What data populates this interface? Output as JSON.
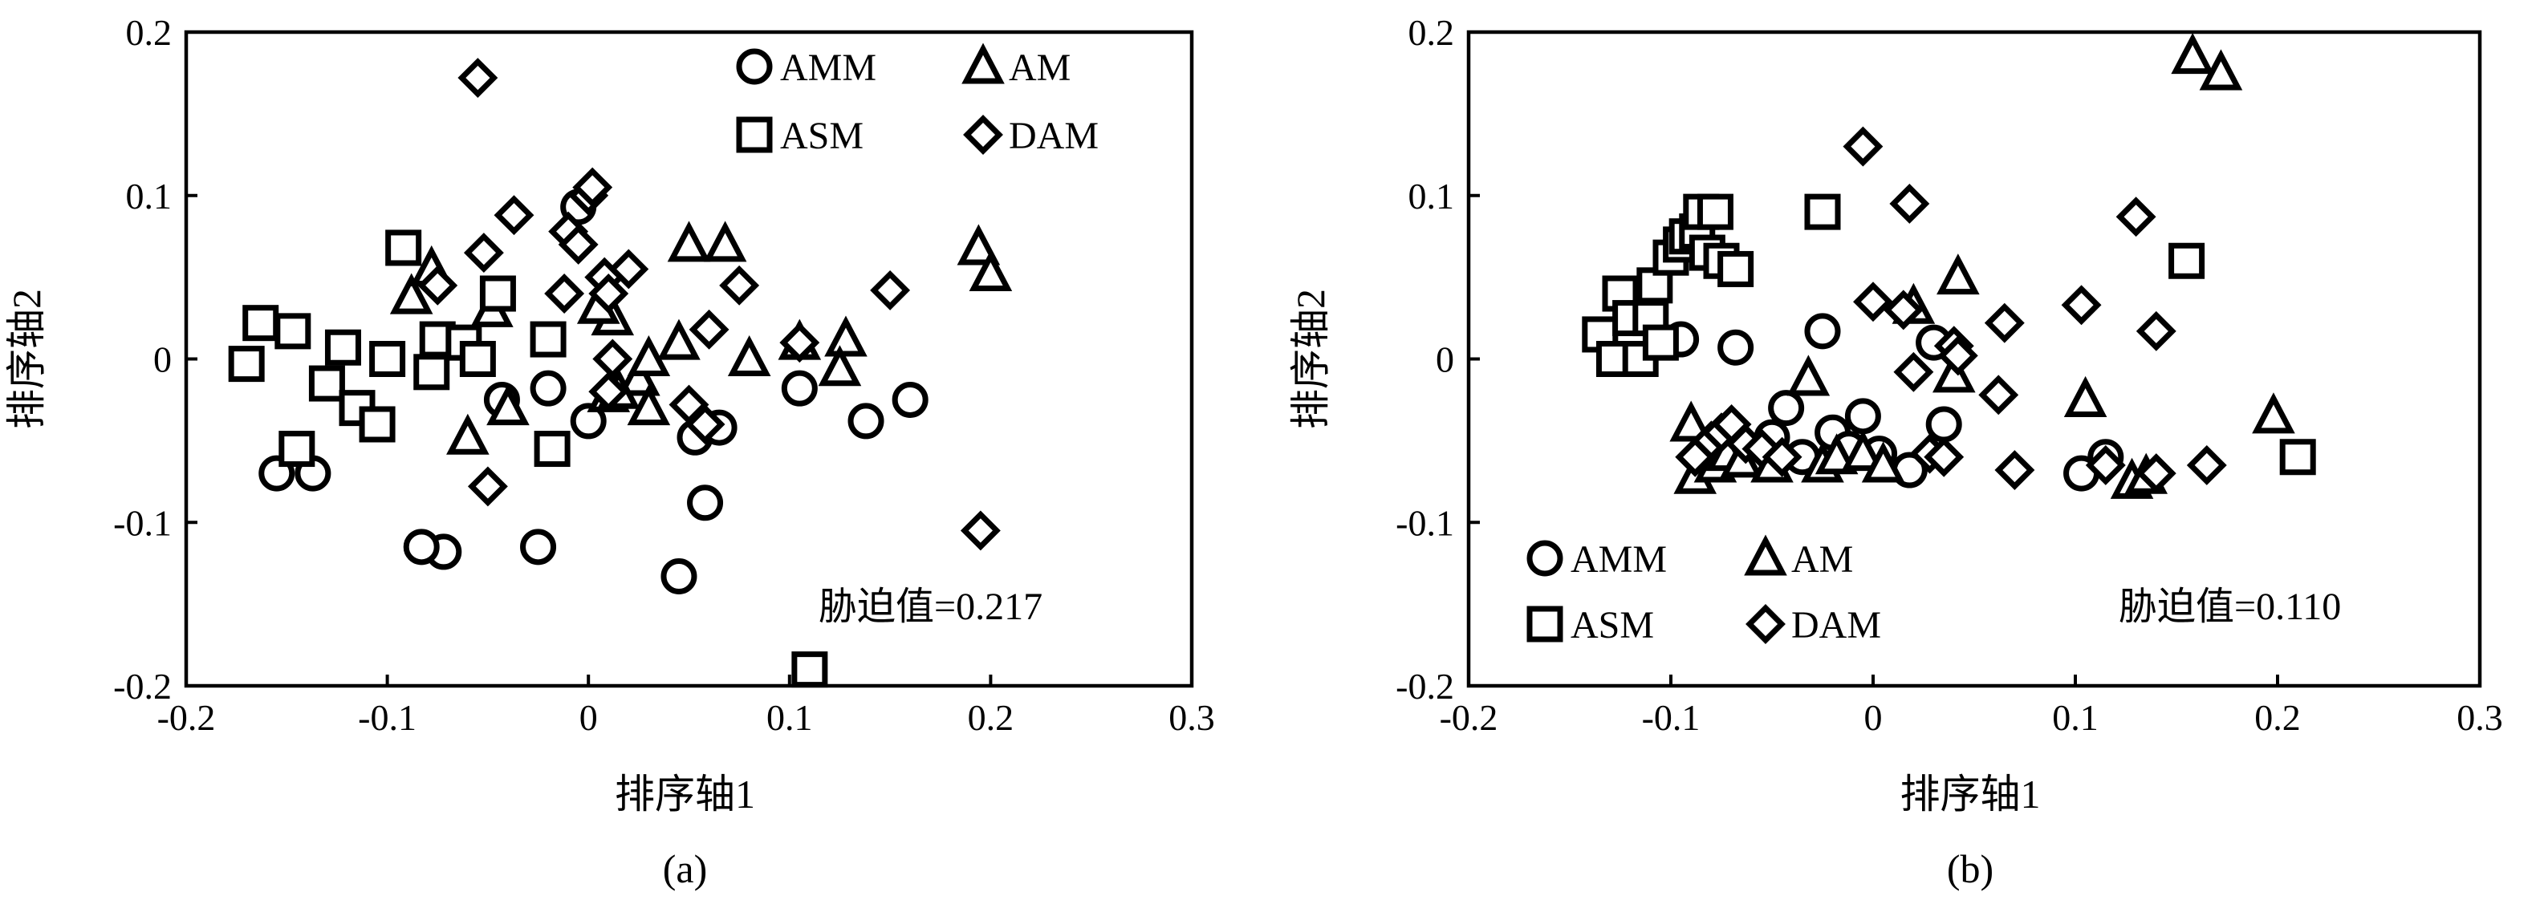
{
  "chart_data": [
    {
      "type": "scatter",
      "panel_label": "(a)",
      "xlabel": "排序轴1",
      "ylabel": "排序轴2",
      "xlim": [
        -0.2,
        0.3
      ],
      "ylim": [
        -0.2,
        0.2
      ],
      "xticks": [
        "-0.2",
        "-0.1",
        "0",
        "0.1",
        "0.2",
        "0.3"
      ],
      "yticks": [
        "0.2",
        "0.1",
        "0",
        "-0.1",
        "-0.2"
      ],
      "annotation": "胁迫值=0.217",
      "legend_position": "top-right",
      "series": [
        {
          "name": "AMM",
          "marker": "circle",
          "points": [
            [
              -0.155,
              -0.07
            ],
            [
              -0.137,
              -0.07
            ],
            [
              -0.043,
              -0.025
            ],
            [
              -0.072,
              -0.118
            ],
            [
              -0.083,
              -0.115
            ],
            [
              -0.025,
              -0.115
            ],
            [
              -0.02,
              -0.018
            ],
            [
              -0.005,
              0.093
            ],
            [
              0.0,
              -0.038
            ],
            [
              0.045,
              -0.133
            ],
            [
              0.053,
              -0.048
            ],
            [
              0.058,
              -0.088
            ],
            [
              0.065,
              -0.042
            ],
            [
              0.105,
              -0.018
            ],
            [
              0.138,
              -0.038
            ],
            [
              0.16,
              -0.025
            ]
          ]
        },
        {
          "name": "AM",
          "marker": "triangle",
          "points": [
            [
              -0.088,
              0.038
            ],
            [
              -0.078,
              0.055
            ],
            [
              -0.048,
              0.03
            ],
            [
              -0.06,
              -0.048
            ],
            [
              -0.04,
              -0.03
            ],
            [
              0.012,
              0.025
            ],
            [
              0.01,
              -0.022
            ],
            [
              0.025,
              -0.012
            ],
            [
              0.015,
              -0.02
            ],
            [
              0.03,
              -0.03
            ],
            [
              0.03,
              0.0
            ],
            [
              0.045,
              0.01
            ],
            [
              0.05,
              0.07
            ],
            [
              0.068,
              0.07
            ],
            [
              0.08,
              0.0
            ],
            [
              0.105,
              0.01
            ],
            [
              0.128,
              0.012
            ],
            [
              0.125,
              -0.006
            ],
            [
              0.194,
              0.068
            ],
            [
              0.2,
              0.052
            ],
            [
              0.005,
              0.032
            ]
          ]
        },
        {
          "name": "ASM",
          "marker": "square",
          "points": [
            [
              -0.17,
              -0.003
            ],
            [
              -0.163,
              0.022
            ],
            [
              -0.147,
              0.017
            ],
            [
              -0.145,
              -0.055
            ],
            [
              -0.13,
              -0.015
            ],
            [
              -0.122,
              0.007
            ],
            [
              -0.115,
              -0.03
            ],
            [
              -0.105,
              -0.04
            ],
            [
              -0.1,
              0.0
            ],
            [
              -0.092,
              0.068
            ],
            [
              -0.075,
              0.012
            ],
            [
              -0.078,
              -0.008
            ],
            [
              -0.062,
              0.01
            ],
            [
              -0.055,
              0.0
            ],
            [
              -0.045,
              0.04
            ],
            [
              -0.02,
              0.012
            ],
            [
              -0.018,
              -0.055
            ],
            [
              0.11,
              -0.19
            ]
          ]
        },
        {
          "name": "DAM",
          "marker": "diamond",
          "points": [
            [
              -0.055,
              0.172
            ],
            [
              -0.075,
              0.045
            ],
            [
              -0.052,
              0.065
            ],
            [
              -0.05,
              -0.078
            ],
            [
              -0.037,
              0.088
            ],
            [
              -0.012,
              0.04
            ],
            [
              -0.01,
              0.078
            ],
            [
              -0.005,
              0.07
            ],
            [
              0.0,
              0.1
            ],
            [
              0.002,
              0.105
            ],
            [
              0.008,
              0.05
            ],
            [
              0.01,
              0.04
            ],
            [
              0.01,
              -0.02
            ],
            [
              0.012,
              0.0
            ],
            [
              0.02,
              0.055
            ],
            [
              0.05,
              -0.028
            ],
            [
              0.058,
              -0.04
            ],
            [
              0.06,
              0.018
            ],
            [
              0.075,
              0.045
            ],
            [
              0.105,
              0.01
            ],
            [
              0.15,
              0.042
            ],
            [
              0.195,
              -0.105
            ]
          ]
        }
      ]
    },
    {
      "type": "scatter",
      "panel_label": "(b)",
      "xlabel": "排序轴1",
      "ylabel": "排序轴2",
      "xlim": [
        -0.2,
        0.3
      ],
      "ylim": [
        -0.2,
        0.2
      ],
      "xticks": [
        "-0.2",
        "-0.1",
        "0",
        "0.1",
        "0.2",
        "0.3"
      ],
      "yticks": [
        "0.2",
        "0.1",
        "0",
        "-0.1",
        "-0.2"
      ],
      "annotation": "胁迫值=0.110",
      "legend_position": "bottom-left",
      "series": [
        {
          "name": "AMM",
          "marker": "circle",
          "points": [
            [
              -0.095,
              0.012
            ],
            [
              -0.068,
              0.007
            ],
            [
              -0.05,
              -0.048
            ],
            [
              -0.043,
              -0.03
            ],
            [
              -0.035,
              -0.06
            ],
            [
              -0.025,
              0.017
            ],
            [
              -0.02,
              -0.045
            ],
            [
              -0.012,
              -0.055
            ],
            [
              -0.005,
              -0.035
            ],
            [
              0.003,
              -0.058
            ],
            [
              0.018,
              -0.068
            ],
            [
              0.03,
              0.01
            ],
            [
              0.035,
              -0.04
            ],
            [
              0.103,
              -0.07
            ],
            [
              0.115,
              -0.06
            ]
          ]
        },
        {
          "name": "AM",
          "marker": "triangle",
          "points": [
            [
              -0.09,
              -0.04
            ],
            [
              -0.088,
              -0.072
            ],
            [
              -0.078,
              -0.065
            ],
            [
              -0.072,
              -0.058
            ],
            [
              -0.065,
              -0.062
            ],
            [
              -0.05,
              -0.065
            ],
            [
              -0.032,
              -0.012
            ],
            [
              -0.025,
              -0.065
            ],
            [
              -0.018,
              -0.06
            ],
            [
              -0.005,
              -0.058
            ],
            [
              0.005,
              -0.065
            ],
            [
              0.02,
              0.032
            ],
            [
              0.04,
              -0.01
            ],
            [
              0.042,
              0.05
            ],
            [
              0.105,
              -0.025
            ],
            [
              0.128,
              -0.075
            ],
            [
              0.135,
              -0.072
            ],
            [
              0.158,
              0.185
            ],
            [
              0.172,
              0.175
            ],
            [
              0.198,
              -0.035
            ]
          ]
        },
        {
          "name": "ASM",
          "marker": "square",
          "points": [
            [
              -0.135,
              0.015
            ],
            [
              -0.128,
              0.0
            ],
            [
              -0.125,
              0.04
            ],
            [
              -0.12,
              0.025
            ],
            [
              -0.115,
              0.0
            ],
            [
              -0.108,
              0.045
            ],
            [
              -0.1,
              0.062
            ],
            [
              -0.095,
              0.07
            ],
            [
              -0.092,
              0.075
            ],
            [
              -0.087,
              0.078
            ],
            [
              -0.085,
              0.09
            ],
            [
              -0.082,
              0.065
            ],
            [
              -0.078,
              0.09
            ],
            [
              -0.075,
              0.06
            ],
            [
              -0.068,
              0.055
            ],
            [
              -0.11,
              0.025
            ],
            [
              -0.105,
              0.01
            ],
            [
              -0.025,
              0.09
            ],
            [
              0.155,
              0.06
            ],
            [
              0.21,
              -0.06
            ]
          ]
        },
        {
          "name": "DAM",
          "marker": "diamond",
          "points": [
            [
              -0.088,
              -0.06
            ],
            [
              -0.08,
              -0.05
            ],
            [
              -0.075,
              -0.045
            ],
            [
              -0.07,
              -0.04
            ],
            [
              -0.063,
              -0.052
            ],
            [
              -0.055,
              -0.055
            ],
            [
              -0.045,
              -0.06
            ],
            [
              -0.005,
              0.13
            ],
            [
              0.0,
              0.035
            ],
            [
              0.015,
              0.03
            ],
            [
              0.018,
              0.095
            ],
            [
              0.02,
              -0.008
            ],
            [
              0.028,
              -0.058
            ],
            [
              0.035,
              -0.06
            ],
            [
              0.04,
              0.008
            ],
            [
              0.042,
              0.002
            ],
            [
              0.062,
              -0.022
            ],
            [
              0.065,
              0.022
            ],
            [
              0.07,
              -0.068
            ],
            [
              0.103,
              0.033
            ],
            [
              0.115,
              -0.065
            ],
            [
              0.13,
              0.087
            ],
            [
              0.14,
              0.017
            ],
            [
              0.14,
              -0.07
            ],
            [
              0.165,
              -0.065
            ]
          ]
        }
      ]
    }
  ]
}
